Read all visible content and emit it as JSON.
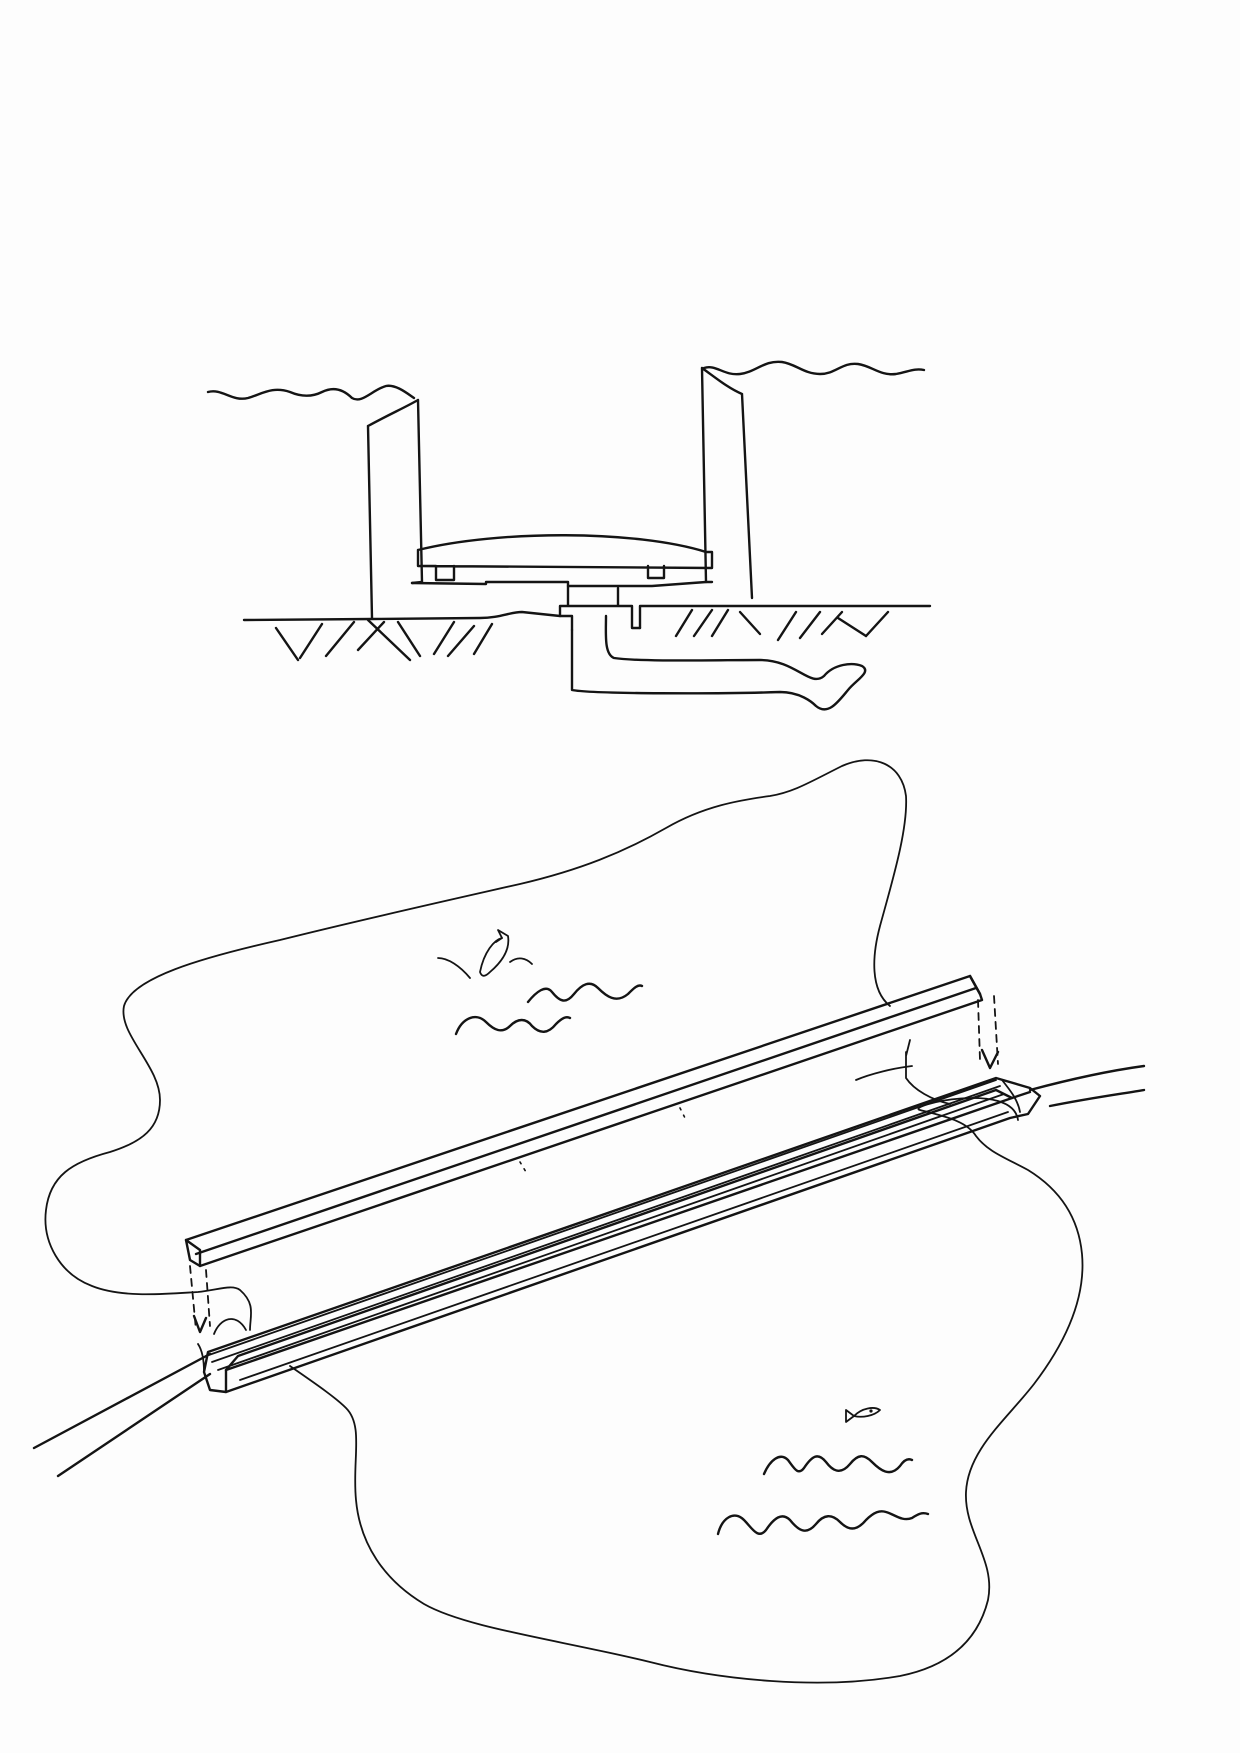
{
  "page": {
    "background": "#fdfdfd",
    "ink_color": "#141414"
  },
  "sketches": [
    {
      "id": "section-sketch",
      "elements": [
        "water-surface-left",
        "water-surface-right",
        "left-wall",
        "right-wall",
        "deck-slab",
        "support-column",
        "ground-line",
        "ground-hatching",
        "cable"
      ]
    },
    {
      "id": "plan-sketch",
      "elements": [
        "lake-outline",
        "fish-jumping-icon",
        "fish-swimming-icon",
        "wave-marks",
        "floating-channel",
        "channel-cover",
        "path-left",
        "path-right",
        "dashed-drop-arrows"
      ]
    }
  ]
}
